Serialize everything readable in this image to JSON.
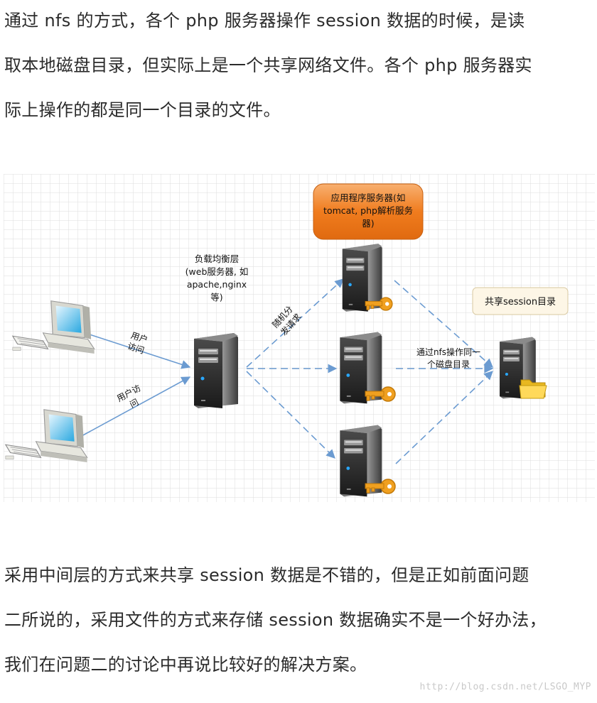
{
  "paragraph1": {
    "lines": [
      "通过 nfs 的方式，各个 php 服务器操作 session 数据的时候，是读",
      "取本地磁盘目录，但实际上是一个共享网络文件。各个 php 服务器实",
      "际上操作的都是同一个目录的文件。"
    ]
  },
  "diagram": {
    "app_server_callout": [
      "应用程序服务器(如",
      "tomcat, php解析服务",
      "器)"
    ],
    "load_balancer_label": [
      "负载均衡层",
      "(web服务器, 如",
      "apache,nginx",
      "等)"
    ],
    "shared_label": "共享session目录",
    "user_access_1": [
      "用户",
      "访问"
    ],
    "user_access_2": [
      "用户访",
      "问"
    ],
    "random_dispatch": [
      "随机分",
      "发请求"
    ],
    "nfs_label": [
      "通过nfs操作同一",
      "个磁盘目录"
    ]
  },
  "paragraph2": {
    "lines": [
      "采用中间层的方式来共享 session 数据是不错的，但是正如前面问题",
      "二所说的，采用文件的方式来存储 session 数据确实不是一个好办法，",
      "我们在问题二的讨论中再说比较好的解决方案。"
    ]
  },
  "watermark": "http://blog.csdn.net/LSGO_MYP",
  "colors": {
    "callout_orange": "#f07c1e",
    "shared_box_bg": "#fdf6e6",
    "arrow_blue": "#6b9bd1",
    "grid": "#dddddd",
    "key_gold": "#f0a020"
  }
}
